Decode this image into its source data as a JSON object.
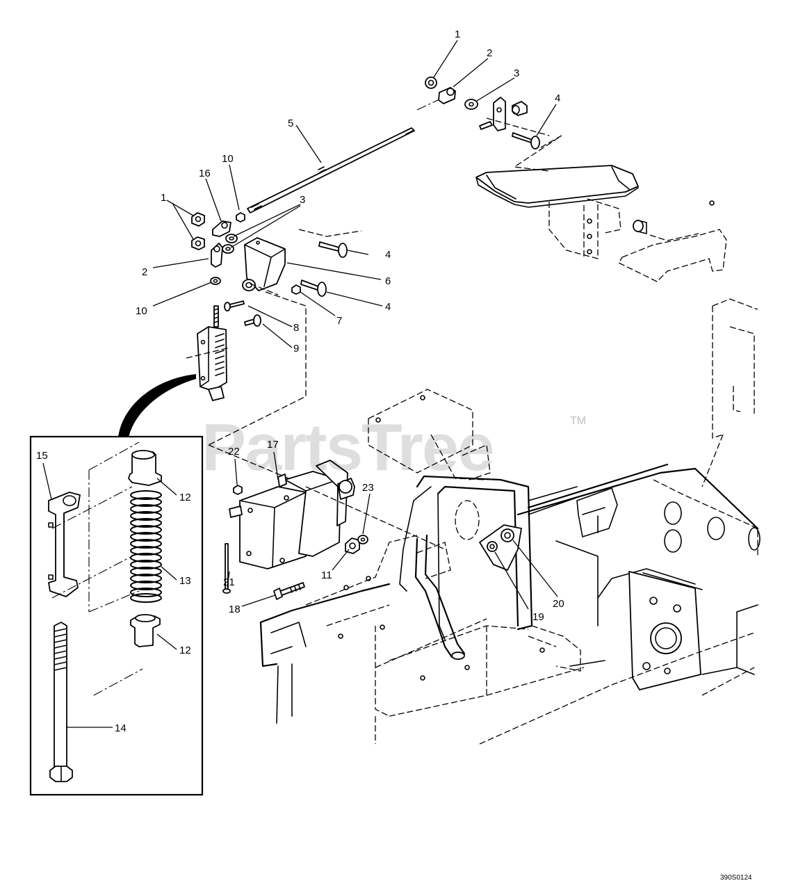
{
  "watermark": {
    "text": "PartsTree",
    "trademark": "TM"
  },
  "drawing_code": "390S0124",
  "callouts": [
    {
      "id": "c1a",
      "label": "1"
    },
    {
      "id": "c2a",
      "label": "2"
    },
    {
      "id": "c3a",
      "label": "3"
    },
    {
      "id": "c4a",
      "label": "4"
    },
    {
      "id": "c5",
      "label": "5"
    },
    {
      "id": "c10a",
      "label": "10"
    },
    {
      "id": "c16",
      "label": "16"
    },
    {
      "id": "c1b",
      "label": "1"
    },
    {
      "id": "c3b",
      "label": "3"
    },
    {
      "id": "c4b",
      "label": "4"
    },
    {
      "id": "c2b",
      "label": "2"
    },
    {
      "id": "c6",
      "label": "6"
    },
    {
      "id": "c10b",
      "label": "10"
    },
    {
      "id": "c7",
      "label": "7"
    },
    {
      "id": "c4c",
      "label": "4"
    },
    {
      "id": "c8",
      "label": "8"
    },
    {
      "id": "c9",
      "label": "9"
    },
    {
      "id": "c15",
      "label": "15"
    },
    {
      "id": "c12a",
      "label": "12"
    },
    {
      "id": "c13",
      "label": "13"
    },
    {
      "id": "c12b",
      "label": "12"
    },
    {
      "id": "c14",
      "label": "14"
    },
    {
      "id": "c22",
      "label": "22"
    },
    {
      "id": "c17",
      "label": "17"
    },
    {
      "id": "c23",
      "label": "23"
    },
    {
      "id": "c21",
      "label": "21"
    },
    {
      "id": "c11",
      "label": "11"
    },
    {
      "id": "c18",
      "label": "18"
    },
    {
      "id": "c19",
      "label": "19"
    },
    {
      "id": "c20",
      "label": "20"
    }
  ]
}
